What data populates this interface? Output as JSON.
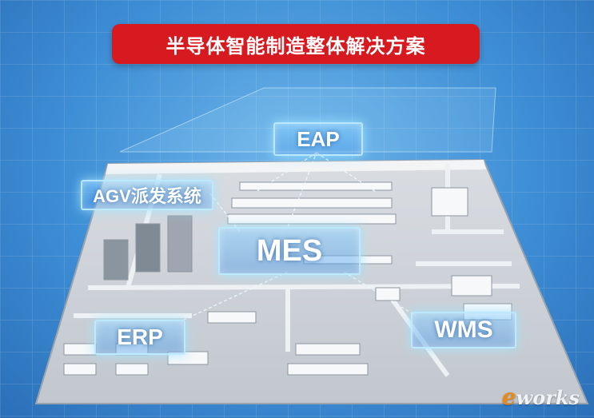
{
  "title": "半导体智能制造整体解决方案",
  "labels": {
    "eap": "EAP",
    "agv": "AGV派发系统",
    "mes": "MES",
    "erp": "ERP",
    "wms": "WMS"
  },
  "watermark": {
    "e": "e",
    "rest": "works"
  },
  "colors": {
    "banner": "#d71920",
    "background": "#3f8fd6",
    "glow": "#bfeaff"
  }
}
